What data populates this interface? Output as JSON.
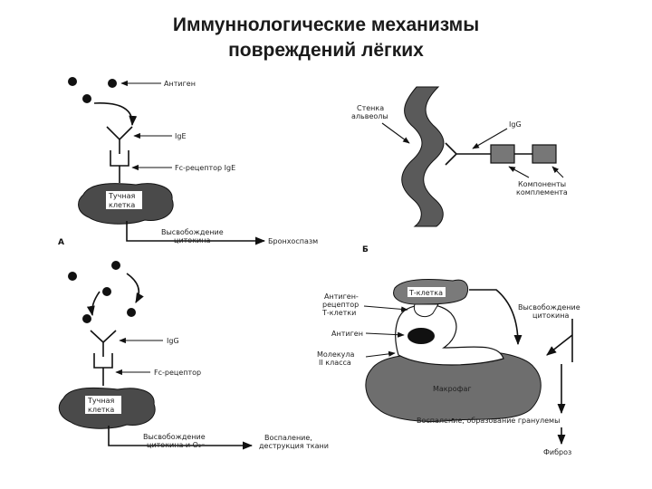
{
  "title": {
    "line1": "Иммуннологические механизмы",
    "line2": "повреждений лёгких"
  },
  "panel_a": {
    "letter": "А",
    "antigen": "Антиген",
    "ig": "IgE",
    "fc_receptor": "Fc-рецептор IgE",
    "cell_line1": "Тучная",
    "cell_line2": "клетка",
    "release_line1": "Высвобождение",
    "release_line2": "цитокина",
    "outcome": "Бронхоспазм"
  },
  "panel_b": {
    "letter": "Б",
    "wall_line1": "Стенка",
    "wall_line2": "альвеолы",
    "ig": "IgG",
    "complement_line1": "Компоненты",
    "complement_line2": "комплемента"
  },
  "panel_c": {
    "ig": "IgG",
    "fc_receptor": "Fc-рецептор",
    "cell_line1": "Тучная",
    "cell_line2": "клетка",
    "release_line1": "Высвобождение",
    "release_line2": "цитокина и O₂⁻",
    "outcome_line1": "Воспаление,",
    "outcome_line2": "деструкция ткани"
  },
  "panel_d": {
    "tcell": "Т-клетка",
    "receptor_line1": "Антиген-",
    "receptor_line2": "рецептор",
    "receptor_line3": "Т-клетки",
    "antigen": "Антиген",
    "molecule_line1": "Молекула",
    "molecule_line2": "II класса",
    "macrophage": "Макрофаг",
    "release_line1": "Высвобождение",
    "release_line2": "цитокина",
    "inflammation": "Воспаление, образование гранулемы",
    "fibrosis": "Фиброз"
  }
}
